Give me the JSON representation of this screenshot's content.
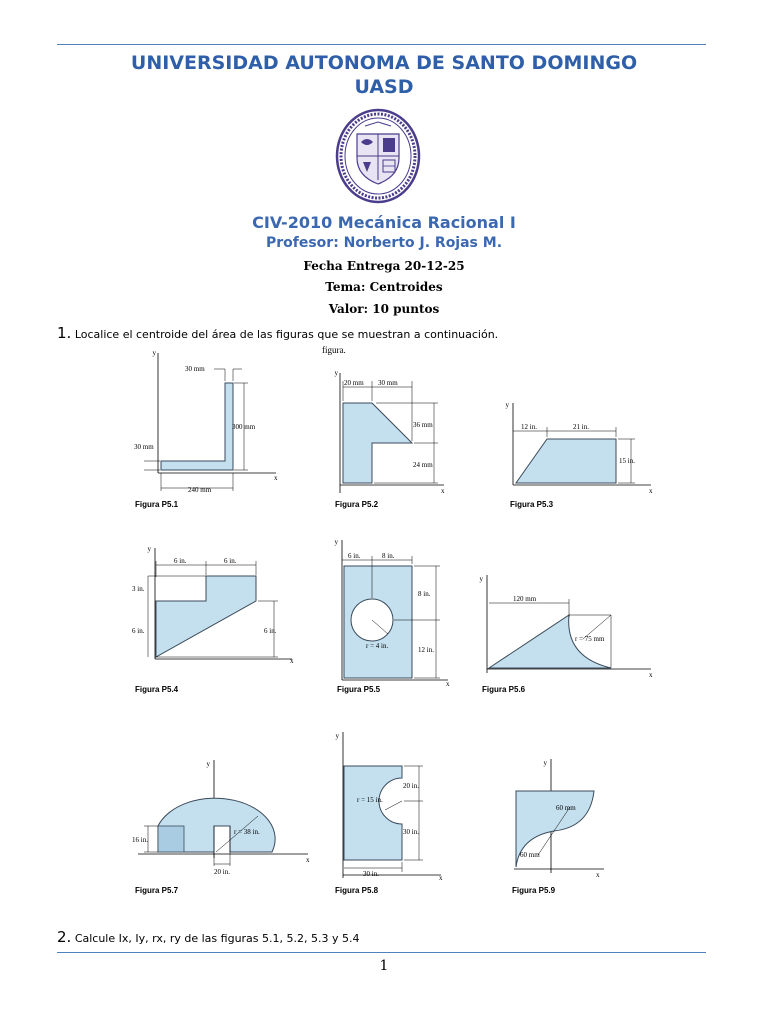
{
  "header": {
    "university": "UNIVERSIDAD AUTONOMA DE SANTO DOMINGO",
    "acronym": "UASD",
    "seal_text": "UNIVERSIDAD AUTONOMA DE SANTO DOMINGO · ACADEMIA · 1538",
    "course": "CIV-2010 Mecánica Racional I",
    "professor": "Profesor: Norberto J. Rojas M.",
    "due_date": "Fecha Entrega 20-12-25",
    "topic": "Tema: Centroides",
    "value": "Valor: 10 puntos"
  },
  "questions": [
    {
      "number": "1.",
      "text": "Localice el centroide del área de las figuras que se muestran a continuación."
    },
    {
      "number": "2.",
      "text": "Calcule Ix, Iy, rx, ry de las figuras 5.1, 5.2, 5.3 y 5.4"
    }
  ],
  "page_number": "1",
  "figures": {
    "p51": {
      "caption": "Figura P5.1",
      "labels": {
        "a": "30 mm",
        "b": "300 mm",
        "c": "30 mm",
        "d": "240 mm",
        "x": "x",
        "y": "y"
      }
    },
    "p52": {
      "caption": "Figura P5.2",
      "labels": {
        "top": "figura.",
        "a": "20 mm",
        "b": "30 mm",
        "c": "36 mm",
        "d": "24 mm",
        "x": "x",
        "y": "y"
      }
    },
    "p53": {
      "caption": "Figura P5.3",
      "labels": {
        "a": "12 in.",
        "b": "21 in.",
        "c": "15 in.",
        "x": "x",
        "y": "y"
      }
    },
    "p54": {
      "caption": "Figura P5.4",
      "labels": {
        "a": "6 in.",
        "b": "6 in.",
        "c": "3 in.",
        "d": "6 in.",
        "e": "6 in.",
        "x": "x",
        "y": "y"
      }
    },
    "p55": {
      "caption": "Figura P5.5",
      "labels": {
        "a": "6 in.",
        "b": "8 in.",
        "c": "8 in.",
        "d": "12 in.",
        "r": "r = 4 in.",
        "x": "x",
        "y": "y"
      }
    },
    "p56": {
      "caption": "Figura P5.6",
      "labels": {
        "a": "120 mm",
        "r": "r = 75 mm",
        "x": "x",
        "y": "y"
      }
    },
    "p57": {
      "caption": "Figura P5.7",
      "labels": {
        "a": "16 in.",
        "b": "20 in.",
        "r": "r = 38 in.",
        "x": "x",
        "y": "y"
      }
    },
    "p58": {
      "caption": "Figura P5.8",
      "labels": {
        "a": "20 in.",
        "b": "30 in.",
        "c": "30 in.",
        "r": "r = 15 in.",
        "x": "x",
        "y": "y"
      }
    },
    "p59": {
      "caption": "Figura P5.9",
      "labels": {
        "a": "60 mm",
        "b": "60 mm",
        "x": "x",
        "y": "y"
      }
    }
  }
}
